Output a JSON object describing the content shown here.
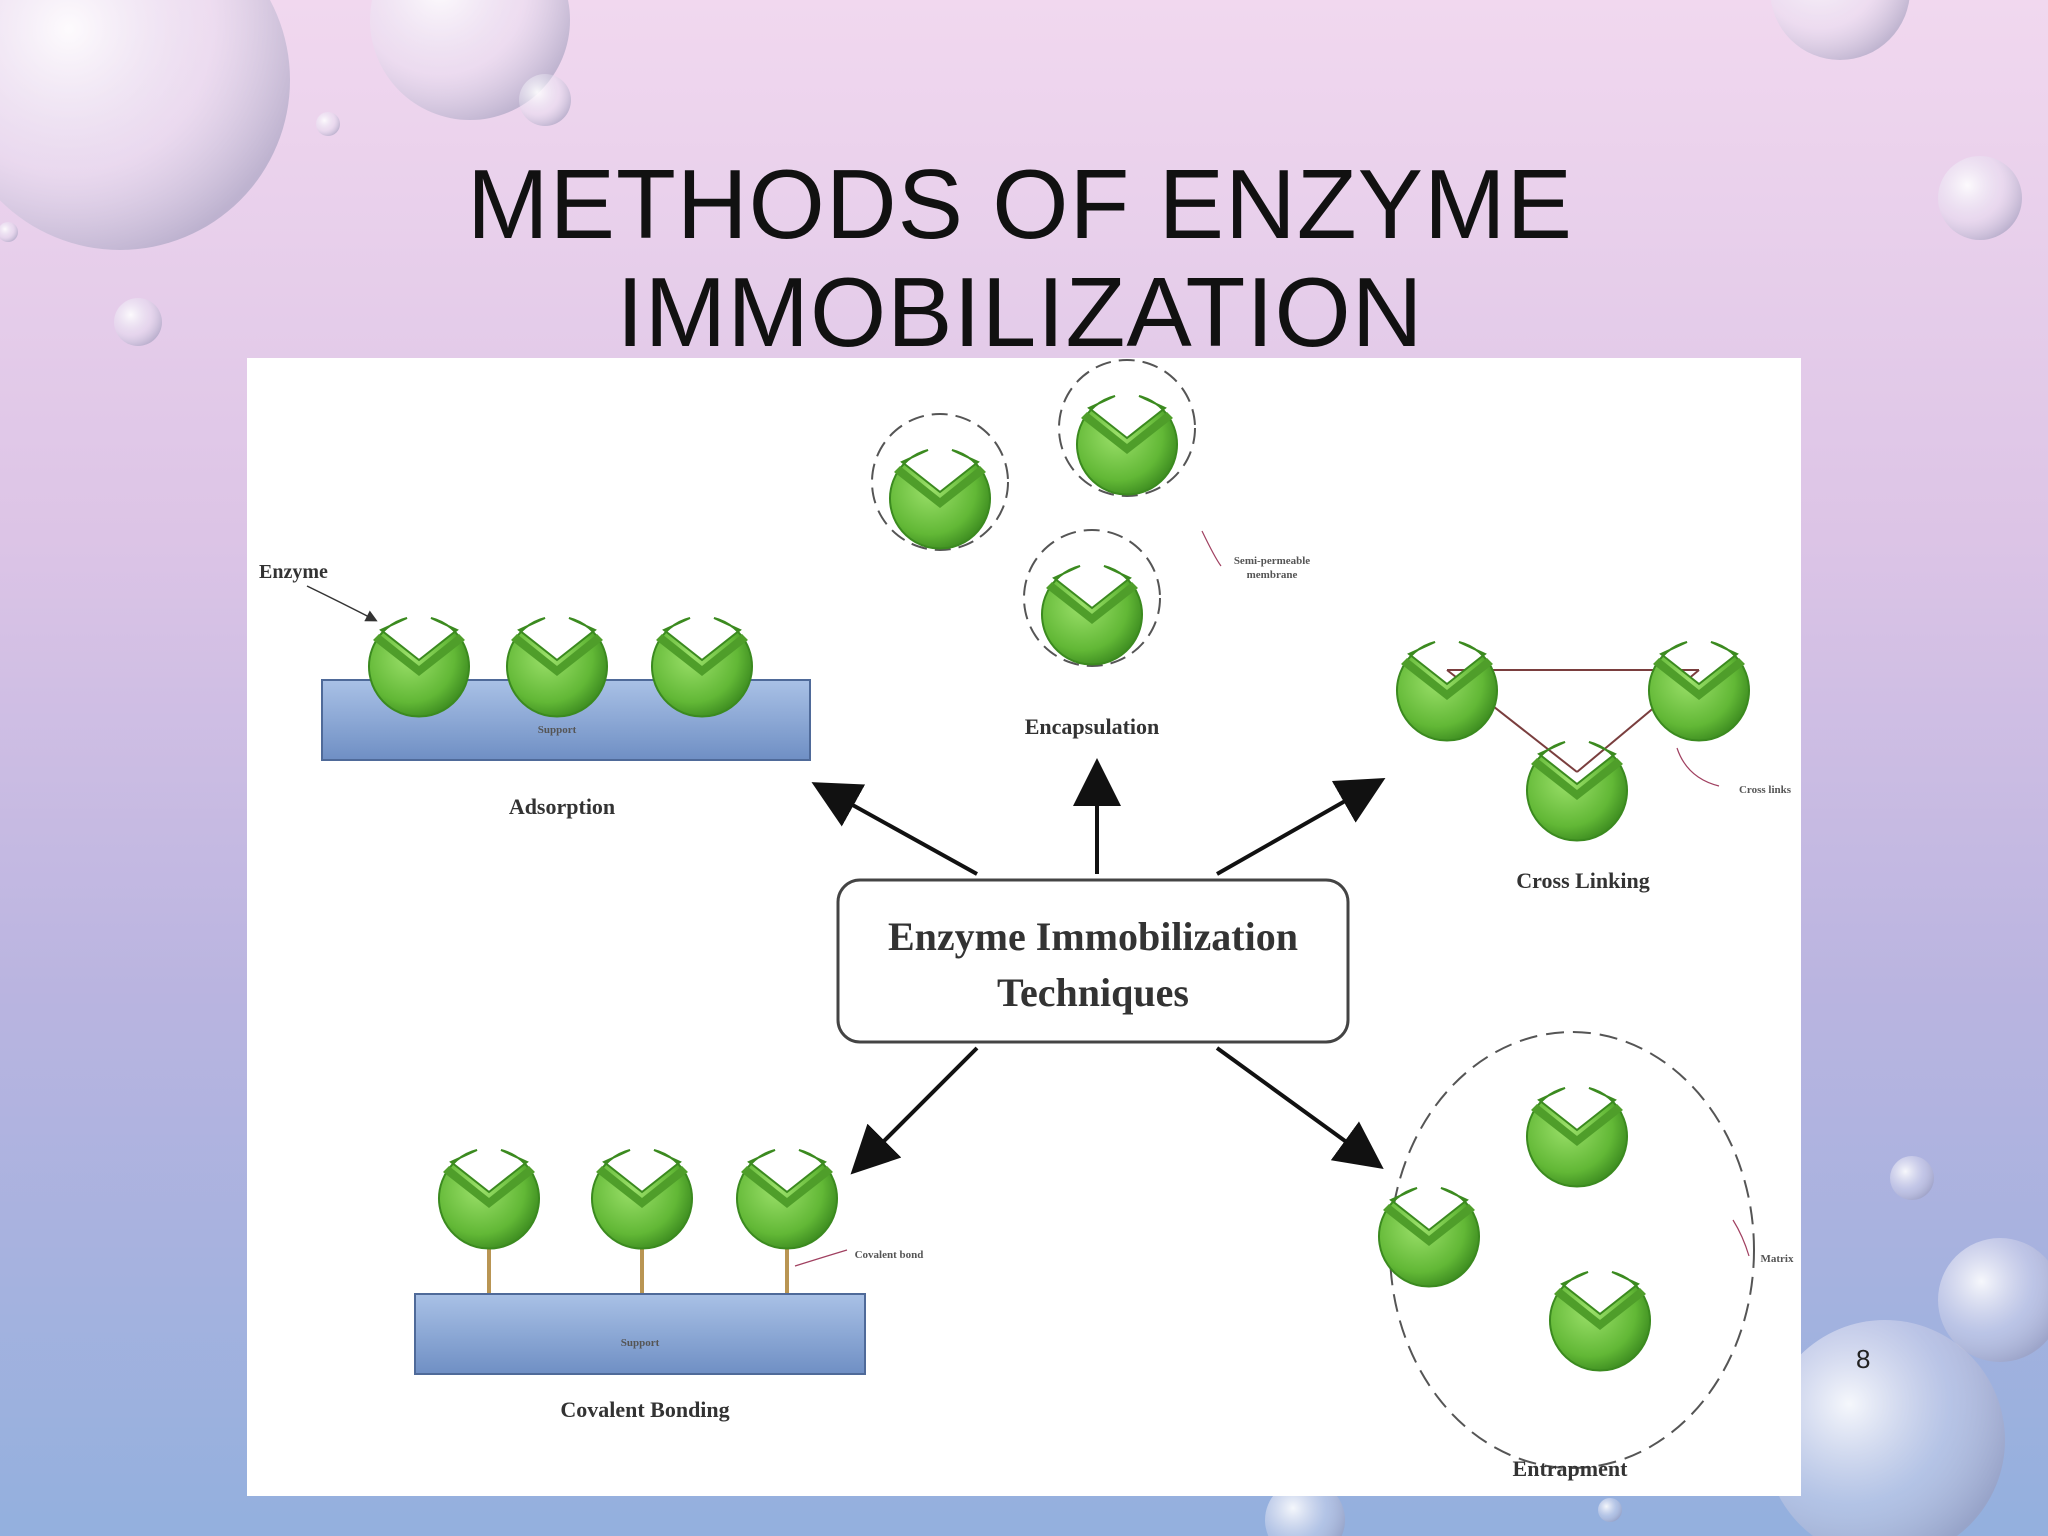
{
  "slide": {
    "title_line1": "METHODS OF ENZYME",
    "title_line2": "IMMOBILIZATION",
    "page_number": "8"
  },
  "diagram": {
    "center_line1": "Enzyme Immobilization",
    "center_line2": "Techniques",
    "adsorption": {
      "label": "Adsorption",
      "enzyme_label": "Enzyme",
      "support_label": "Support"
    },
    "encapsulation": {
      "label": "Encapsulation",
      "membrane_label_line1": "Semi-permeable",
      "membrane_label_line2": "membrane"
    },
    "cross_linking": {
      "label": "Cross Linking",
      "links_label": "Cross links"
    },
    "covalent_bonding": {
      "label": "Covalent Bonding",
      "bond_label": "Covalent bond",
      "support_label": "Support"
    },
    "entrapment": {
      "label": "Entrapment",
      "matrix_label": "Matrix"
    }
  },
  "colors": {
    "enzyme_green": "#6cc13f",
    "enzyme_dark": "#3b8a1f",
    "support_blue": "#7f9fd0",
    "background_top": "#f1d8ef",
    "background_bottom": "#93b0de"
  }
}
